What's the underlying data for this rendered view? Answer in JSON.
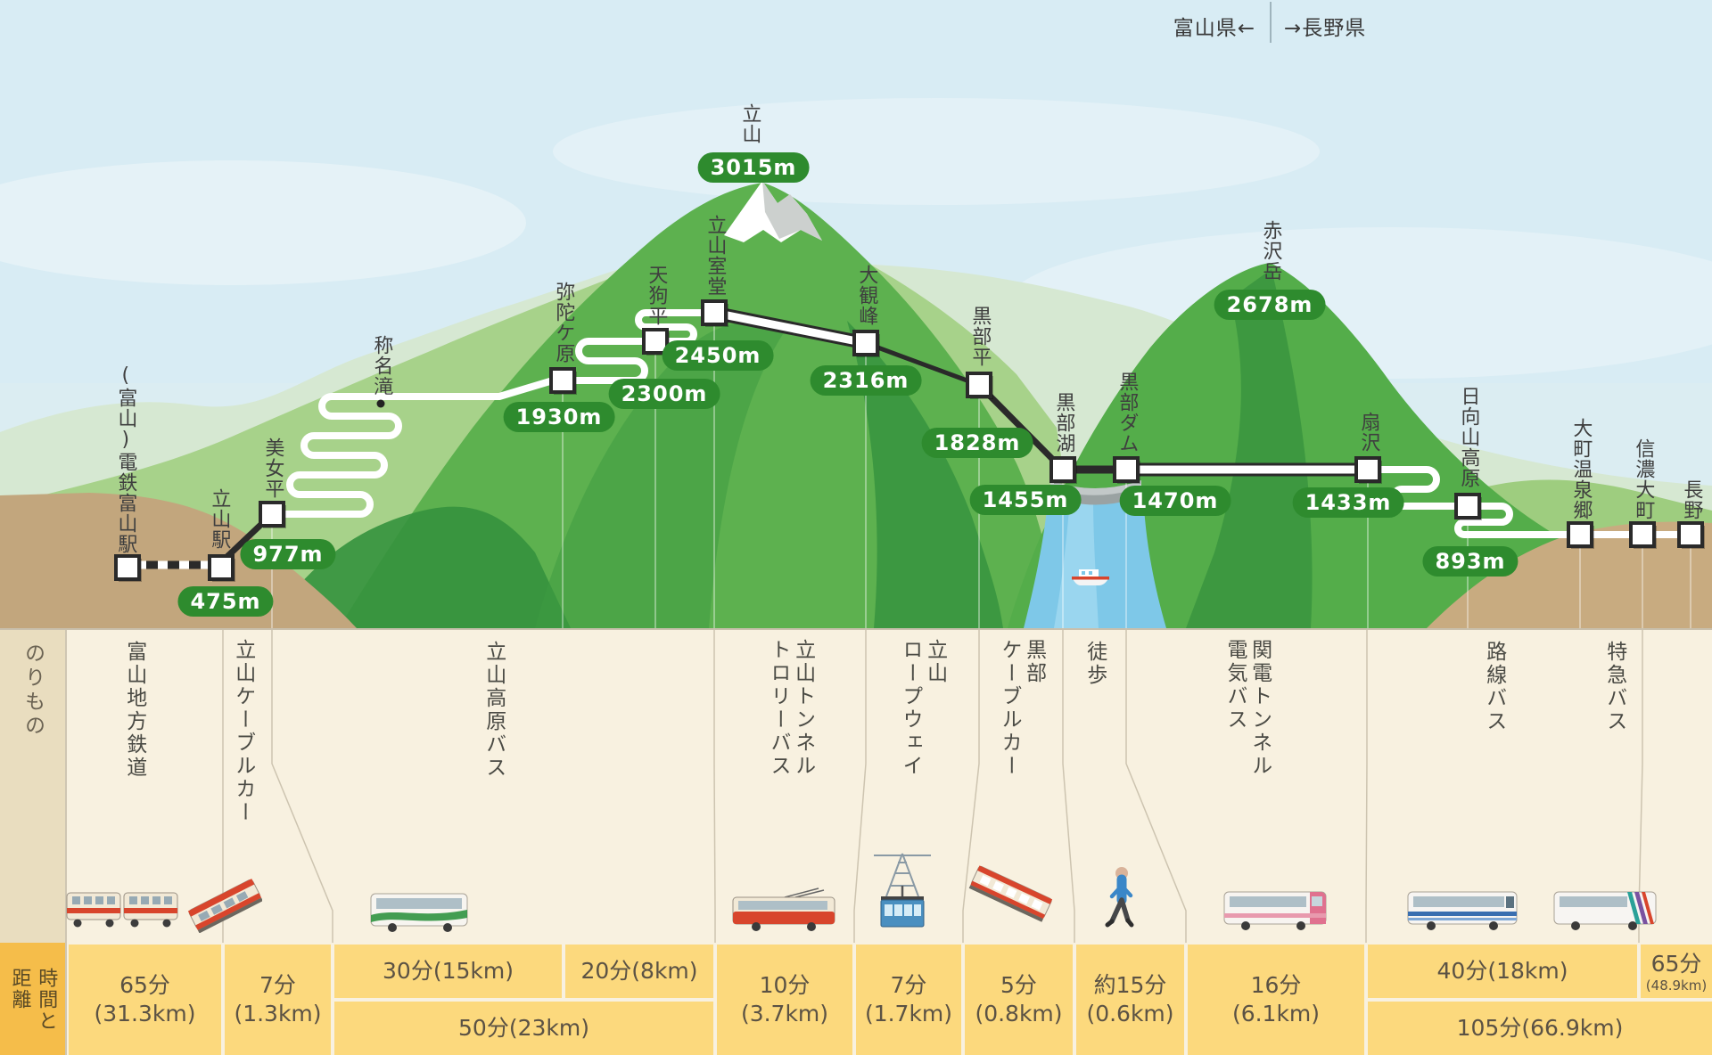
{
  "header": {
    "left_prefecture": "富山県←",
    "right_prefecture": "→長野県"
  },
  "peaks": [
    {
      "name": "立山",
      "elevation": "3015m"
    },
    {
      "name": "赤沢岳",
      "elevation": "2678m"
    }
  ],
  "landmarks": [
    {
      "name": "称名滝"
    }
  ],
  "stations": [
    {
      "name": "(富山)電鉄富山駅"
    },
    {
      "name": "立山駅",
      "elevation": "475m"
    },
    {
      "name": "美女平",
      "elevation": "977m"
    },
    {
      "name": "弥陀ケ原",
      "elevation": "1930m"
    },
    {
      "name": "天狗平",
      "elevation": "2300m"
    },
    {
      "name": "立山室堂",
      "elevation": "2450m"
    },
    {
      "name": "大観峰",
      "elevation": "2316m"
    },
    {
      "name": "黒部平",
      "elevation": "1828m"
    },
    {
      "name": "黒部湖",
      "elevation": "1455m"
    },
    {
      "name": "黒部ダム",
      "elevation": "1470m"
    },
    {
      "name": "扇沢",
      "elevation": "1433m"
    },
    {
      "name": "日向山高原",
      "elevation": "893m"
    },
    {
      "name": "大町温泉郷"
    },
    {
      "name": "信濃大町"
    },
    {
      "name": "長野"
    }
  ],
  "table": {
    "row1_header": "のりもの",
    "row2_header": "時間と\n距離",
    "modes": [
      {
        "label": "富山地方鉄道",
        "icon": "train-icon"
      },
      {
        "label": "立山ケーブルカー",
        "icon": "cable-car-icon"
      },
      {
        "label": "立山高原バス",
        "icon": "highland-bus-icon"
      },
      {
        "label": "立山トンネル\nトロリーバス",
        "icon": "trolleybus-icon"
      },
      {
        "label": "立山\nロープウェイ",
        "icon": "ropeway-icon"
      },
      {
        "label": "黒部\nケーブルカー",
        "icon": "cable-car-icon"
      },
      {
        "label": "徒歩",
        "icon": "walk-icon"
      },
      {
        "label": "関電トンネル\n電気バス",
        "icon": "electric-bus-icon"
      },
      {
        "label": "路線バス",
        "icon": "route-bus-icon"
      },
      {
        "label": "特急バス",
        "icon": "express-bus-icon"
      }
    ],
    "cells": [
      {
        "text": "65分\n(31.3km)"
      },
      {
        "text": "7分\n(1.3km)"
      },
      {
        "text": "30分(15km)"
      },
      {
        "text": "20分(8km)"
      },
      {
        "text": "50分(23km)"
      },
      {
        "text": "10分\n(3.7km)"
      },
      {
        "text": "7分\n(1.7km)"
      },
      {
        "text": "5分\n(0.8km)"
      },
      {
        "text": "約15分\n(0.6km)"
      },
      {
        "text": "16分\n(6.1km)"
      },
      {
        "text": "40分(18km)"
      },
      {
        "text": "65分",
        "sub": "(48.9km)"
      },
      {
        "text": "105分(66.9km)"
      }
    ]
  },
  "colors": {
    "badge_green": "#2e8b2e",
    "sky": "#d8ecf4",
    "ground_tan": "#c2a67d",
    "time_cell_yellow": "#fcd97d",
    "time_header_orange": "#f5bd4a",
    "water": "#7ec8e8"
  }
}
